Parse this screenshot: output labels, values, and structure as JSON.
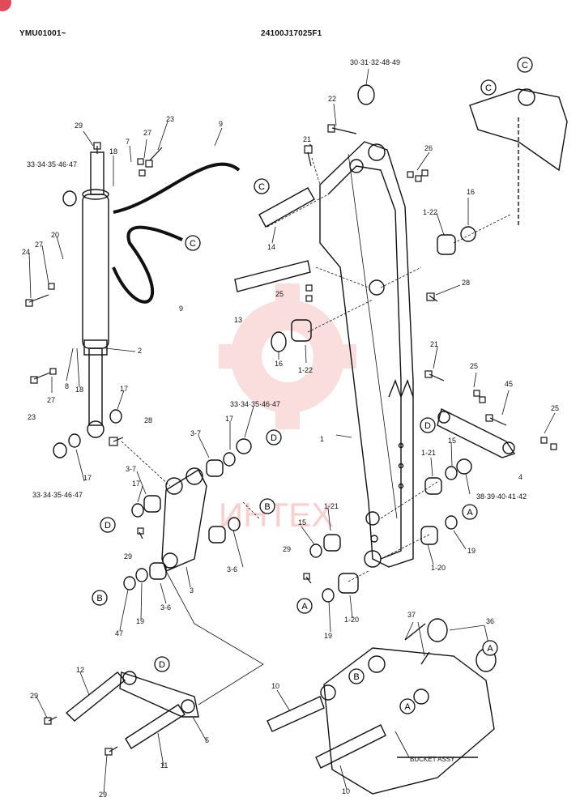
{
  "header": {
    "left_code": "YMU01001~",
    "center_code": "24100J17025F1"
  },
  "watermark": {
    "text": "ИНТЕХ",
    "color": "#f2a3a3"
  },
  "colors": {
    "ink": "#111111",
    "accent": "#e04a5a"
  },
  "labels": [
    {
      "id": "l1",
      "text": "30·31·32·48·49"
    },
    {
      "id": "l2",
      "text": "22"
    },
    {
      "id": "l3",
      "text": "21"
    },
    {
      "id": "l4",
      "text": "26"
    },
    {
      "id": "l5",
      "text": "29"
    },
    {
      "id": "l6",
      "text": "7"
    },
    {
      "id": "l7",
      "text": "27"
    },
    {
      "id": "l8",
      "text": "23"
    },
    {
      "id": "l9",
      "text": "9"
    },
    {
      "id": "l10",
      "text": "18"
    },
    {
      "id": "l11",
      "text": "33·34·35·46·47"
    },
    {
      "id": "l12",
      "text": "16"
    },
    {
      "id": "l13",
      "text": "1-22"
    },
    {
      "id": "l14",
      "text": "14"
    },
    {
      "id": "l15",
      "text": "28"
    },
    {
      "id": "l16",
      "text": "27"
    },
    {
      "id": "l17",
      "text": "20"
    },
    {
      "id": "l18",
      "text": "24"
    },
    {
      "id": "l19",
      "text": "25"
    },
    {
      "id": "l20",
      "text": "13"
    },
    {
      "id": "l21",
      "text": "9"
    },
    {
      "id": "l22",
      "text": "2"
    },
    {
      "id": "l23",
      "text": "16"
    },
    {
      "id": "l24",
      "text": "1-22"
    },
    {
      "id": "l25",
      "text": "8"
    },
    {
      "id": "l26",
      "text": "27"
    },
    {
      "id": "l27",
      "text": "18"
    },
    {
      "id": "l28",
      "text": "23"
    },
    {
      "id": "l29",
      "text": "17"
    },
    {
      "id": "l30",
      "text": "21"
    },
    {
      "id": "l31",
      "text": "25"
    },
    {
      "id": "l32",
      "text": "45"
    },
    {
      "id": "l33",
      "text": "33·34·35·46·47"
    },
    {
      "id": "l34",
      "text": "28"
    },
    {
      "id": "l35",
      "text": "25"
    },
    {
      "id": "l36",
      "text": "3-7"
    },
    {
      "id": "l37",
      "text": "17"
    },
    {
      "id": "l38",
      "text": "1"
    },
    {
      "id": "l39",
      "text": "17"
    },
    {
      "id": "l40",
      "text": "3-7"
    },
    {
      "id": "l41",
      "text": "33·34·35·46·47"
    },
    {
      "id": "l42",
      "text": "1-21"
    },
    {
      "id": "l43",
      "text": "15"
    },
    {
      "id": "l44",
      "text": "4"
    },
    {
      "id": "l45",
      "text": "38·39·40·41·42"
    },
    {
      "id": "l46",
      "text": "17"
    },
    {
      "id": "l47",
      "text": "1-21"
    },
    {
      "id": "l48",
      "text": "15"
    },
    {
      "id": "l49",
      "text": "19"
    },
    {
      "id": "l50",
      "text": "29"
    },
    {
      "id": "l51",
      "text": "3-6"
    },
    {
      "id": "l52",
      "text": "29"
    },
    {
      "id": "l53",
      "text": "1-20"
    },
    {
      "id": "l54",
      "text": "3"
    },
    {
      "id": "l55",
      "text": "19"
    },
    {
      "id": "l56",
      "text": "3-6"
    },
    {
      "id": "l57",
      "text": "47"
    },
    {
      "id": "l58",
      "text": "19"
    },
    {
      "id": "l59",
      "text": "1-20"
    },
    {
      "id": "l60",
      "text": "37"
    },
    {
      "id": "l61",
      "text": "36"
    },
    {
      "id": "l62",
      "text": "12"
    },
    {
      "id": "l63",
      "text": "10"
    },
    {
      "id": "l64",
      "text": "29"
    },
    {
      "id": "l65",
      "text": "5"
    },
    {
      "id": "l66",
      "text": "11"
    },
    {
      "id": "l67",
      "text": "29"
    },
    {
      "id": "l68",
      "text": "10"
    },
    {
      "id": "l69",
      "text": "BUCKET ASSY"
    }
  ],
  "callouts": [
    {
      "id": "c1",
      "text": "C"
    },
    {
      "id": "c2",
      "text": "C"
    },
    {
      "id": "c3",
      "text": "C"
    },
    {
      "id": "c4",
      "text": "C"
    },
    {
      "id": "c5",
      "text": "D"
    },
    {
      "id": "c6",
      "text": "D"
    },
    {
      "id": "c7",
      "text": "B"
    },
    {
      "id": "c8",
      "text": "D"
    },
    {
      "id": "c9",
      "text": "A"
    },
    {
      "id": "c10",
      "text": "B"
    },
    {
      "id": "c11",
      "text": "A"
    },
    {
      "id": "c12",
      "text": "A"
    },
    {
      "id": "c13",
      "text": "D"
    },
    {
      "id": "c14",
      "text": "B"
    },
    {
      "id": "c15",
      "text": "A"
    }
  ]
}
